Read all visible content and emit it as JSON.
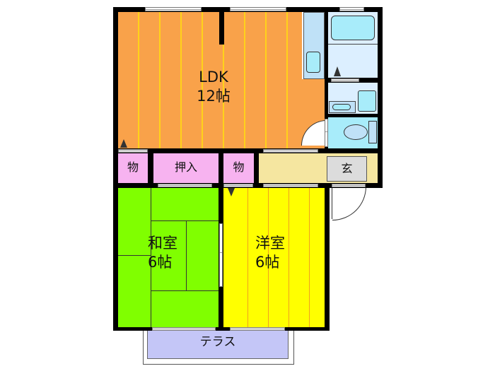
{
  "floorplan": {
    "rooms": {
      "ldk": {
        "name": "LDK",
        "size": "12帖",
        "color": "#f9a24a"
      },
      "washitsu": {
        "name": "和室",
        "size": "6帖",
        "color": "#80ff00"
      },
      "youshitsu": {
        "name": "洋室",
        "size": "6帖",
        "color": "#ffff00"
      },
      "storage_left": {
        "label": "物",
        "color": "#f7b3f0"
      },
      "oshiire": {
        "label": "押入",
        "color": "#f7b3f0"
      },
      "storage_mid": {
        "label": "物",
        "color": "#f7b3f0"
      },
      "hallway": {
        "color": "#f5e6a0"
      },
      "genkan": {
        "label": "玄",
        "color": "#dcdcdc"
      },
      "terrace": {
        "label": "テラス",
        "color": "#c4c6f7"
      },
      "bath": {
        "color": "#bfe6f7"
      },
      "washroom": {
        "color": "#dcefff"
      },
      "toilet": {
        "color": "#a8ecfa"
      }
    },
    "fixtures": [
      "kitchen-counter",
      "stove",
      "bathtub",
      "wash-basin",
      "washing-machine",
      "toilet"
    ]
  }
}
